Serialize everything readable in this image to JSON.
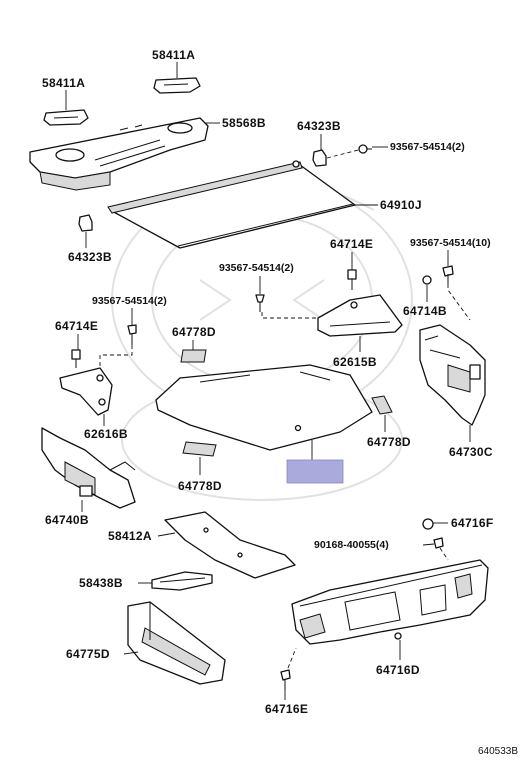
{
  "labels": {
    "p58411a_top": "58411A",
    "p58411a_left": "58411A",
    "p58568b": "58568B",
    "p64323b_top": "64323B",
    "p93567_54514_2_top": "93567-54514(2)",
    "p64910j": "64910J",
    "p64323b_bottom": "64323B",
    "p64714e_right": "64714E",
    "p93567_54514_10": "93567-54514(10)",
    "p93567_54514_2_mid": "93567-54514(2)",
    "p93567_54514_2_left": "93567-54514(2)",
    "p64714b": "64714B",
    "p64714e_left": "64714E",
    "p64778d_top": "64778D",
    "p62615b": "62615B",
    "p62616b": "62616B",
    "p64778d_right": "64778D",
    "p64730c": "64730C",
    "p64740b": "64740B",
    "p64778d_bottom": "64778D",
    "p64716f": "64716F",
    "p58412a": "58412A",
    "p90168_40055": "90168-40055(4)",
    "p58438b": "58438B",
    "p64775d": "64775D",
    "p64716d": "64716D",
    "p64716e": "64716E"
  },
  "diagram_ref": "640533B",
  "highlight_color": "#aaaadd"
}
